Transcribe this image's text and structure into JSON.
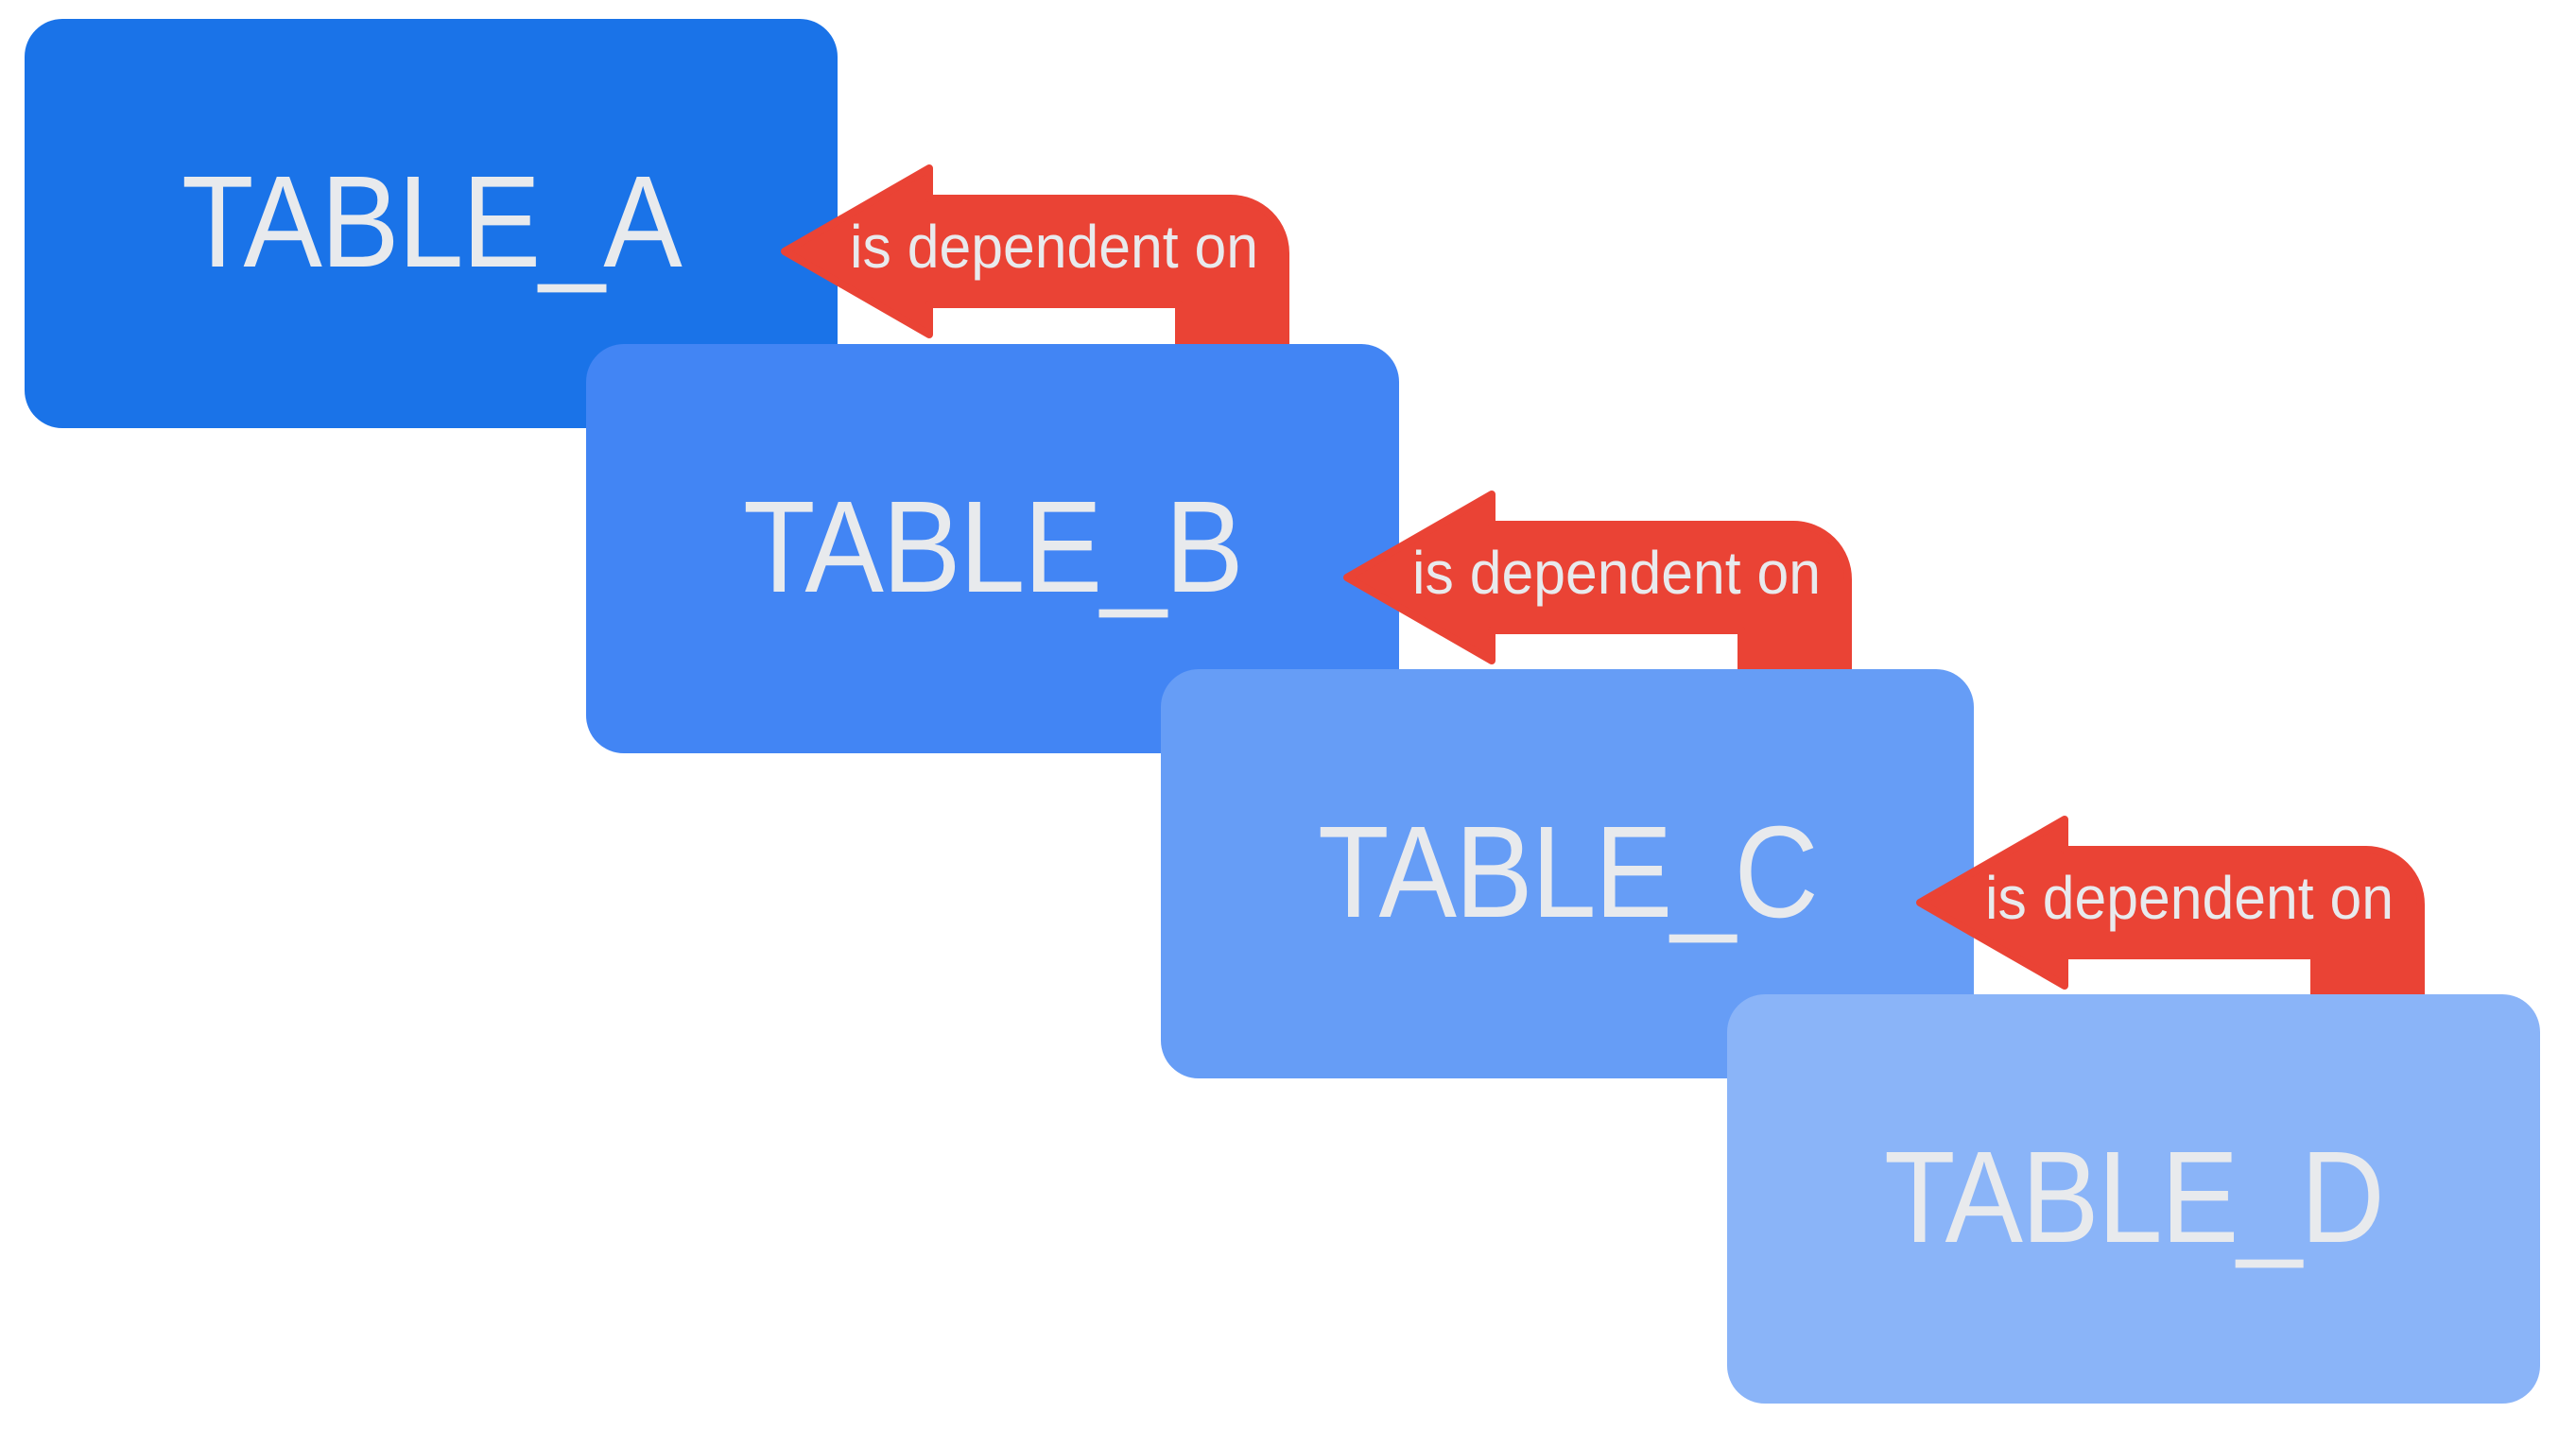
{
  "diagram_type": "table-dependency-chain",
  "colors": {
    "background": "#FFFFFF",
    "arrow": "#EA4335",
    "label_text": "#E8EAED"
  },
  "tables": [
    {
      "name": "TABLE_A",
      "color": "#1A73E8"
    },
    {
      "name": "TABLE_B",
      "color": "#4285F4"
    },
    {
      "name": "TABLE_C",
      "color": "#669DF6"
    },
    {
      "name": "TABLE_D",
      "color": "#8AB4F8"
    }
  ],
  "relations": [
    {
      "from": "TABLE_B",
      "to": "TABLE_A",
      "label": "is dependent on"
    },
    {
      "from": "TABLE_C",
      "to": "TABLE_B",
      "label": "is dependent on"
    },
    {
      "from": "TABLE_D",
      "to": "TABLE_C",
      "label": "is dependent on"
    }
  ]
}
